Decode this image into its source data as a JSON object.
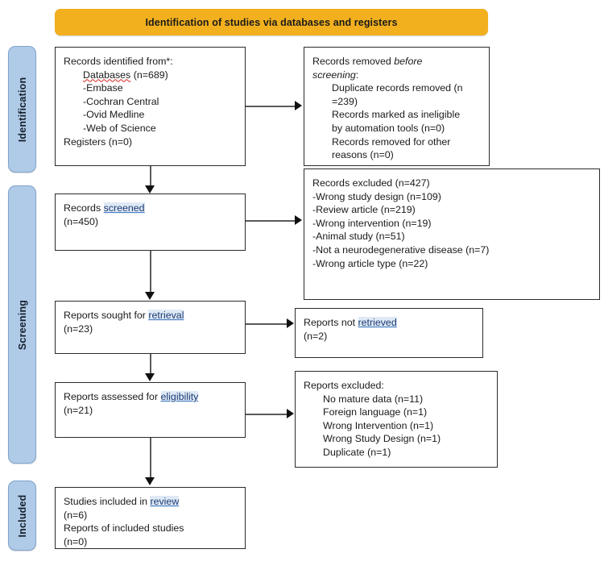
{
  "banner": {
    "title": "Identification of studies via databases and registers"
  },
  "stages": [
    {
      "id": "identification",
      "label": "Identification"
    },
    {
      "id": "screening",
      "label": "Screening"
    },
    {
      "id": "included",
      "label": "Included"
    }
  ],
  "colors": {
    "banner_bg": "#F2B01E",
    "stage_bg": "#AFCBE8",
    "stage_border": "#7FA4CC",
    "box_border": "#2b2b2b",
    "link_text": "#1b3b74",
    "spellcheck_underline": "#d6201f",
    "connector": "#5a5a5a"
  },
  "boxes": {
    "identified": {
      "title": "Records identified from*:",
      "lines": [
        "Databases (n=689)",
        "-Embase",
        "-Cochran Central",
        "-Ovid Medline",
        "-Web of Science",
        "Registers (n=0)"
      ],
      "databases_label": "Databases",
      "databases_count": "(n=689)",
      "embase": "-Embase",
      "cochran": "-Cochran Central",
      "ovid": "-Ovid Medline",
      "wos": "-Web of Science",
      "registers": "Registers (n=0)"
    },
    "removed": {
      "title_part1": "Records removed ",
      "title_italic": "before screening",
      "title_colon": ":",
      "line1a": "Duplicate records removed (n",
      "line1b": "=239)",
      "line2a": "Records marked as ineligible",
      "line2b": "by automation tools (n=0)",
      "line3a": "Records removed for other",
      "line3b": "reasons (n=0)"
    },
    "screened": {
      "prefix": "Records ",
      "link": "screened",
      "count": "(n=450)"
    },
    "records_excluded": {
      "title": "Records excluded (n=427)",
      "items": [
        "-Wrong study design (n=109)",
        "-Review article (n=219)",
        "-Wrong intervention (n=19)",
        "-Animal study (n=51)",
        "-Not a neurodegenerative disease (n=7)",
        "-Wrong article type (n=22)"
      ]
    },
    "sought": {
      "prefix": "Reports sought for ",
      "link": "retrieval",
      "count": "(n=23)"
    },
    "not_retrieved": {
      "prefix": "Reports not ",
      "link": "retrieved",
      "count": "(n=2)"
    },
    "assessed": {
      "prefix": "Reports assessed for ",
      "link": "eligibility",
      "count": "(n=21)"
    },
    "reports_excluded": {
      "title": "Reports excluded:",
      "items": [
        "No mature data (n=11)",
        "Foreign language (n=1)",
        "Wrong Intervention (n=1)",
        "Wrong Study Design (n=1)",
        "Duplicate (n=1)"
      ]
    },
    "included": {
      "prefix": "Studies included in ",
      "link": "review",
      "count": "(n=6)",
      "reports_line": "Reports of included studies",
      "reports_count": "(n=0)"
    }
  }
}
